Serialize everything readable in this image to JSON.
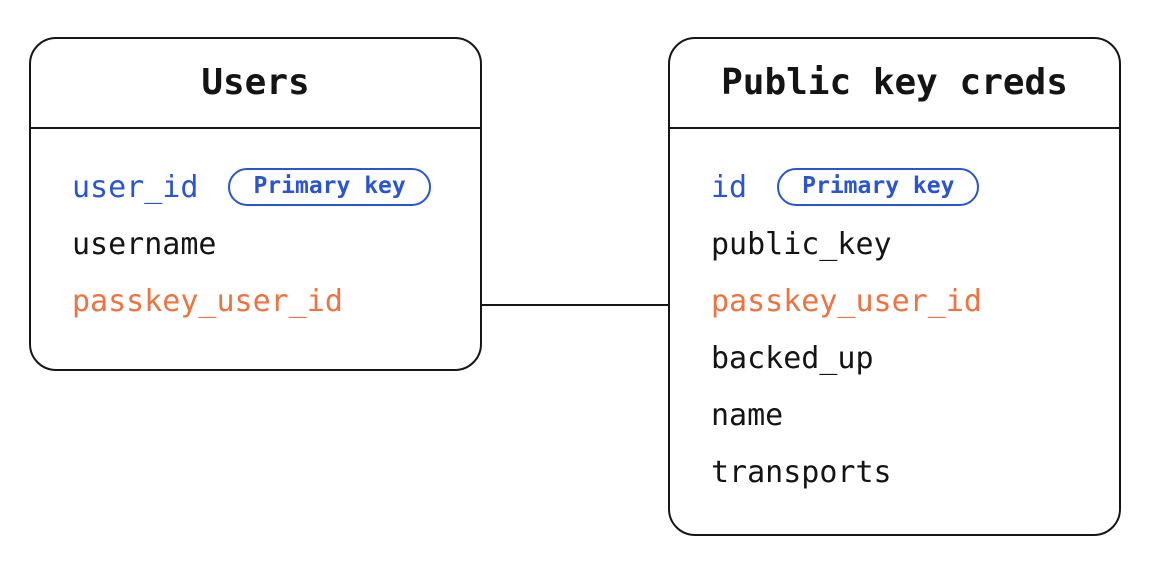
{
  "diagram": {
    "colors": {
      "background": "#ffffff",
      "border": "#161616",
      "text": "#141414",
      "primary_key_blue": "#2b55d0",
      "foreign_key_orange": "#ed7340"
    },
    "tables": [
      {
        "title": "Users",
        "fields": [
          {
            "name": "user_id",
            "color": "blue",
            "badge": "Primary key"
          },
          {
            "name": "username",
            "color": "black"
          },
          {
            "name": "passkey_user_id",
            "color": "orange"
          }
        ]
      },
      {
        "title": "Public key creds",
        "fields": [
          {
            "name": "id",
            "color": "blue",
            "badge": "Primary key"
          },
          {
            "name": "public_key",
            "color": "black"
          },
          {
            "name": "passkey_user_id",
            "color": "orange"
          },
          {
            "name": "backed_up",
            "color": "black"
          },
          {
            "name": "name",
            "color": "black"
          },
          {
            "name": "transports",
            "color": "black"
          }
        ]
      }
    ],
    "relationship": {
      "from": "Users.passkey_user_id",
      "to": "Public key creds.passkey_user_id"
    }
  }
}
